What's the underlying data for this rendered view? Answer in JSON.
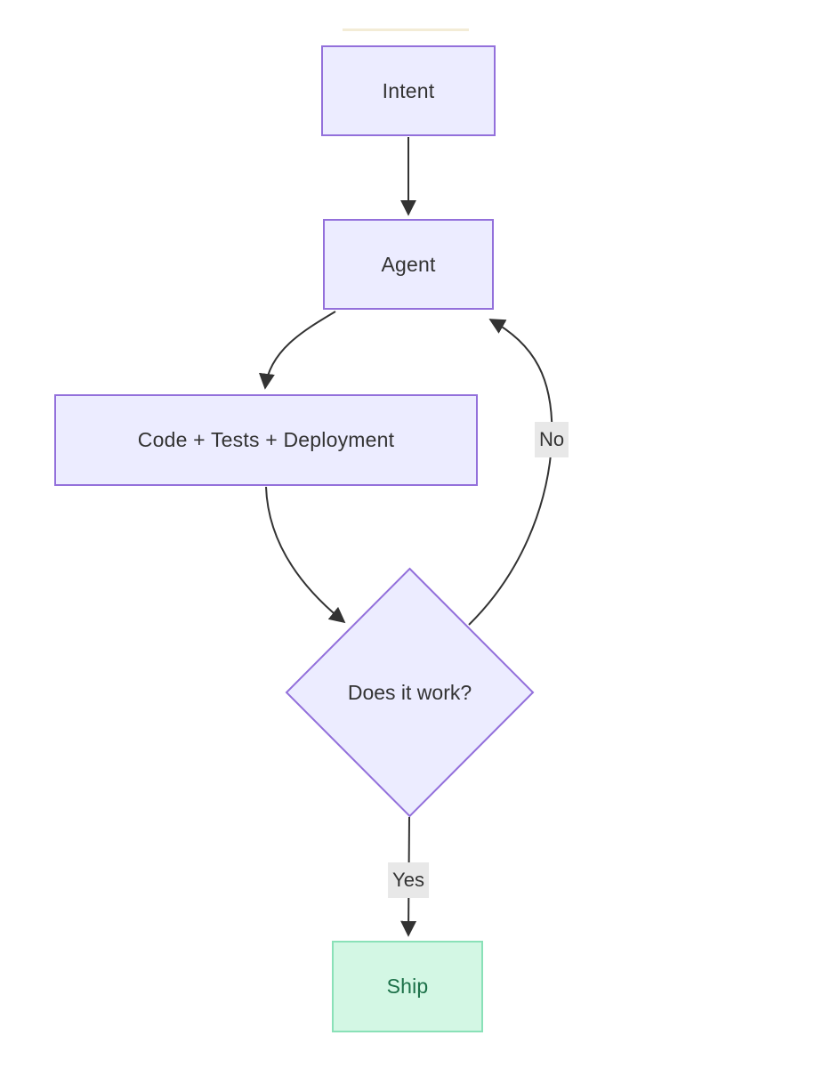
{
  "diagram": {
    "type": "flowchart",
    "direction": "top-down",
    "background": "#ffffff",
    "nodes": [
      {
        "id": "intent",
        "label": "Intent",
        "shape": "rectangle",
        "fill": "#ececff",
        "stroke": "#9370db",
        "text_color": "#333333"
      },
      {
        "id": "agent",
        "label": "Agent",
        "shape": "rectangle",
        "fill": "#ececff",
        "stroke": "#9370db",
        "text_color": "#333333"
      },
      {
        "id": "code",
        "label": "Code + Tests + Deployment",
        "shape": "rectangle",
        "fill": "#ececff",
        "stroke": "#9370db",
        "text_color": "#333333"
      },
      {
        "id": "decision",
        "label": "Does it work?",
        "shape": "diamond",
        "fill": "#ececff",
        "stroke": "#9370db",
        "text_color": "#333333"
      },
      {
        "id": "ship",
        "label": "Ship",
        "shape": "rectangle",
        "fill": "#d3f7e4",
        "stroke": "#8ae1b8",
        "text_color": "#1b7048"
      }
    ],
    "edges": [
      {
        "from": "intent",
        "to": "agent",
        "label": ""
      },
      {
        "from": "agent",
        "to": "code",
        "label": ""
      },
      {
        "from": "code",
        "to": "decision",
        "label": ""
      },
      {
        "from": "decision",
        "to": "agent",
        "label": "No"
      },
      {
        "from": "decision",
        "to": "ship",
        "label": "Yes"
      }
    ],
    "edge_style": {
      "line_color": "#333333",
      "arrowhead_color": "#333333",
      "label_background": "#e8e8e8",
      "label_text_color": "#333333"
    }
  }
}
